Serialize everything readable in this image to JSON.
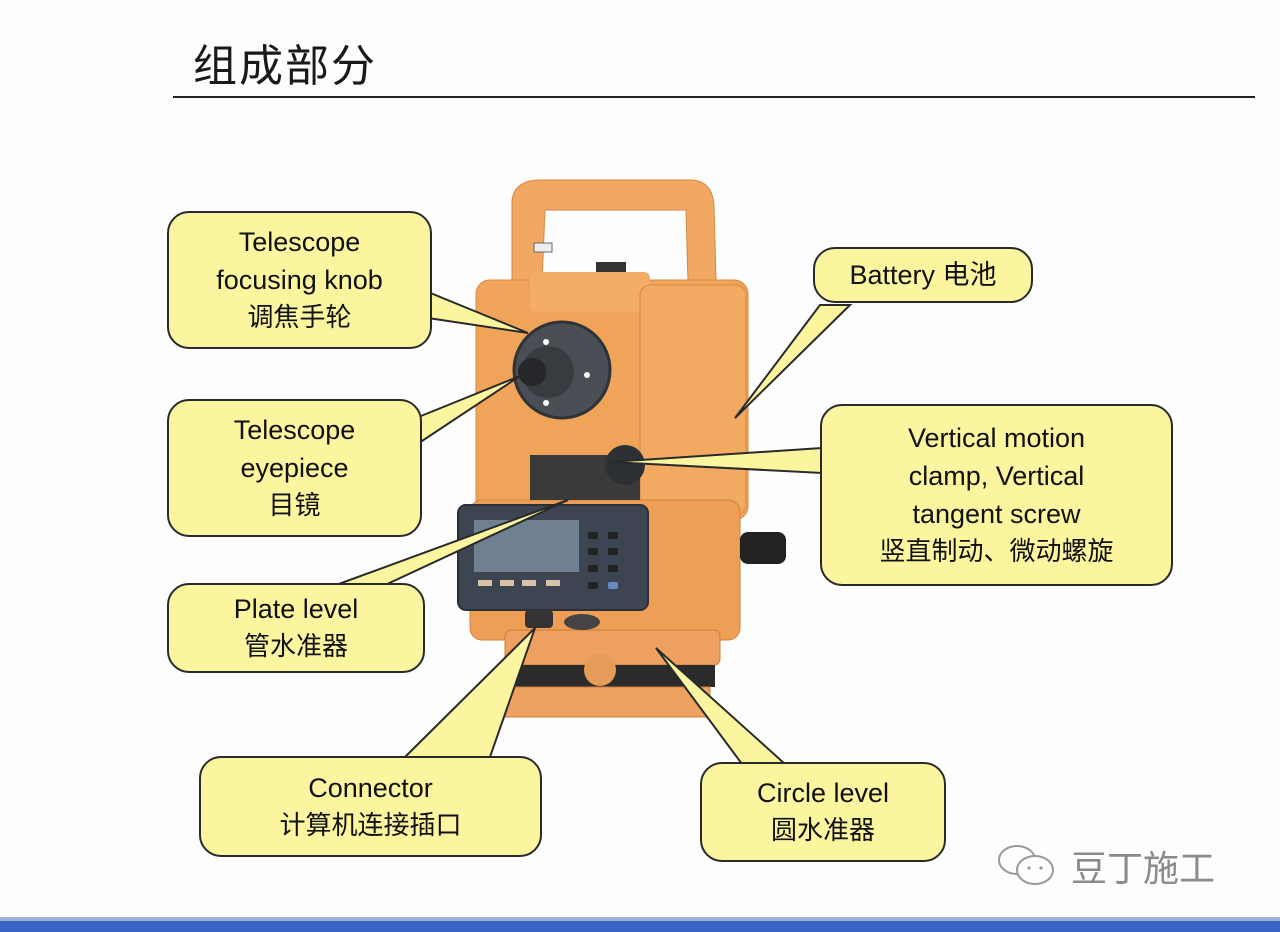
{
  "slide": {
    "title": "组成部分",
    "colors": {
      "callout_fill": "#fbf5a0",
      "callout_border": "#2a2a2a",
      "instrument_body": "#efa55c",
      "bottom_bar": "#3a64c8"
    }
  },
  "callouts": [
    {
      "id": "telescope-focusing-knob",
      "en": [
        "Telescope",
        "focusing knob"
      ],
      "cn": "调焦手轮"
    },
    {
      "id": "telescope-eyepiece",
      "en": [
        "Telescope",
        "eyepiece"
      ],
      "cn": "目镜"
    },
    {
      "id": "plate-level",
      "en": [
        "Plate level"
      ],
      "cn": "管水准器"
    },
    {
      "id": "connector",
      "en": [
        "Connector"
      ],
      "cn": "计算机连接插口"
    },
    {
      "id": "battery",
      "en": [
        "Battery 电池"
      ],
      "cn": ""
    },
    {
      "id": "vertical-motion-clamp",
      "en": [
        "Vertical motion",
        "clamp, Vertical",
        "tangent screw"
      ],
      "cn": "竖直制动、微动螺旋"
    },
    {
      "id": "circle-level",
      "en": [
        "Circle level"
      ],
      "cn": "圆水准器"
    }
  ],
  "watermark": {
    "icon": "wechat-icon",
    "text": "豆丁施工"
  }
}
